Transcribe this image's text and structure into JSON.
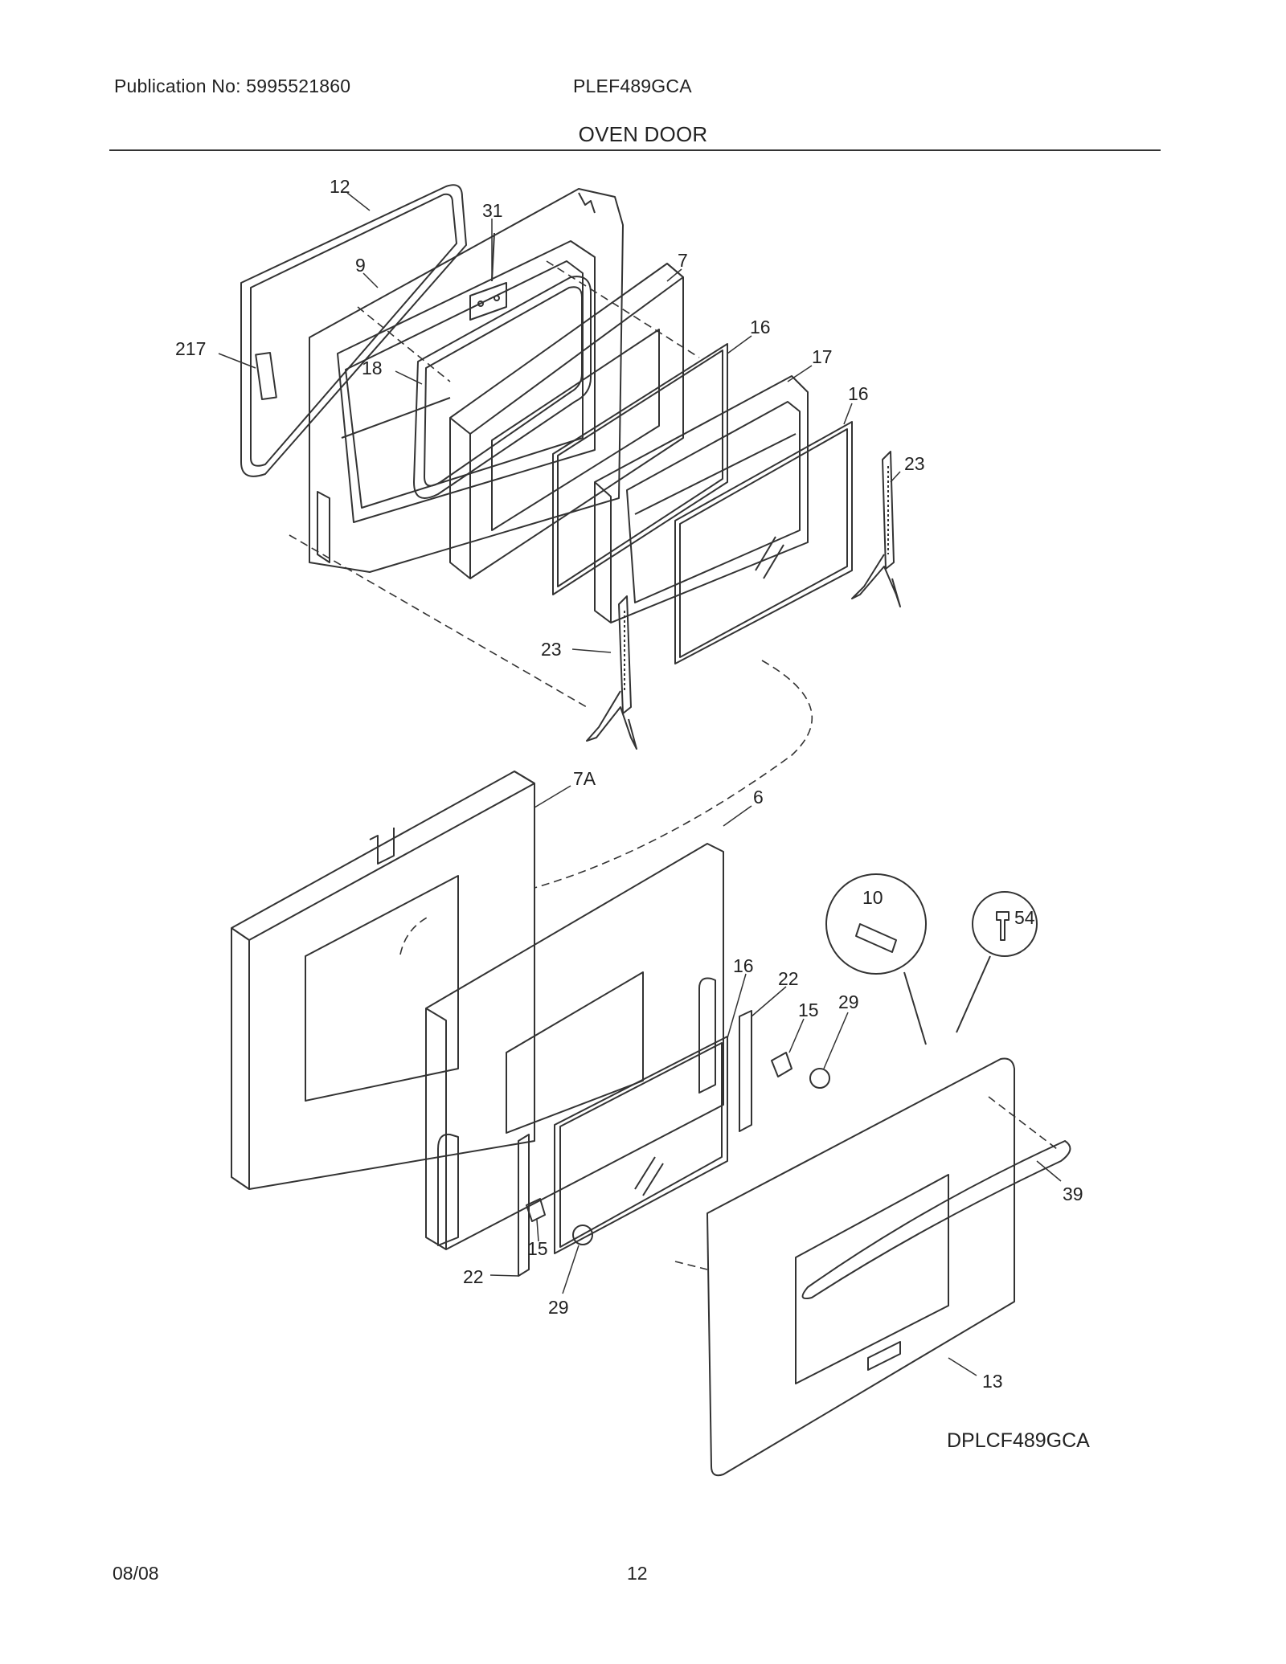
{
  "header": {
    "publication": "Publication No: 5995521860",
    "model": "PLEF489GCA",
    "section_title": "OVEN DOOR"
  },
  "diagram": {
    "code": "DPLCF489GCA",
    "callouts": [
      "12",
      "31",
      "9",
      "7",
      "217",
      "18",
      "16",
      "17",
      "16",
      "23",
      "23",
      "7A",
      "6",
      "10",
      "54",
      "16",
      "22",
      "15",
      "29",
      "39",
      "15",
      "22",
      "29",
      "13"
    ]
  },
  "footer": {
    "date": "08/08",
    "page": "12"
  }
}
